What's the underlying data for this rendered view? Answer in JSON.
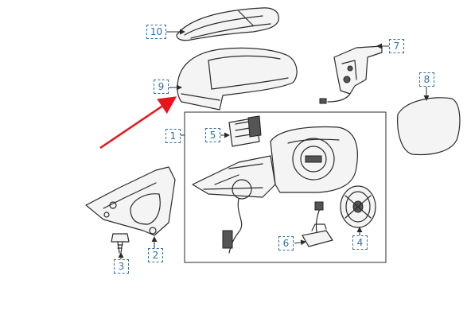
{
  "callouts": [
    {
      "id": "c1",
      "label": "1"
    },
    {
      "id": "c2",
      "label": "2"
    },
    {
      "id": "c3",
      "label": "3"
    },
    {
      "id": "c4",
      "label": "4"
    },
    {
      "id": "c5",
      "label": "5"
    },
    {
      "id": "c6",
      "label": "6"
    },
    {
      "id": "c7",
      "label": "7"
    },
    {
      "id": "c8",
      "label": "8"
    },
    {
      "id": "c9",
      "label": "9"
    },
    {
      "id": "c10",
      "label": "10"
    }
  ],
  "colors": {
    "callout": "#2f6fa8",
    "highlight_arrow": "#e8141c",
    "line": "#2b2b2b"
  }
}
